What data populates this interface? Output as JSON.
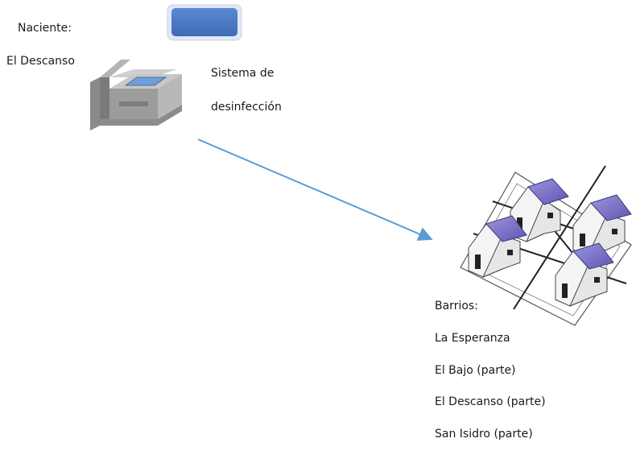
{
  "source": {
    "label_line1": "Naciente:",
    "label_line2": "El Descanso"
  },
  "treatment": {
    "label_line1": "Sistema de",
    "label_line2": "desinfección"
  },
  "neighborhoods": {
    "heading": "Barrios:",
    "items": [
      "La Esperanza",
      "El Bajo (parte)",
      "El Descanso (parte)",
      "San Isidro (parte)"
    ]
  },
  "colors": {
    "spring_fill": "#4a78c4",
    "arrow": "#5b9bd5",
    "roof": "#7b72c8",
    "tank": "#9a9a9a"
  },
  "icons": {
    "spring": "spring-icon",
    "tank": "disinfection-tank-icon",
    "houses": "houses-icon"
  }
}
